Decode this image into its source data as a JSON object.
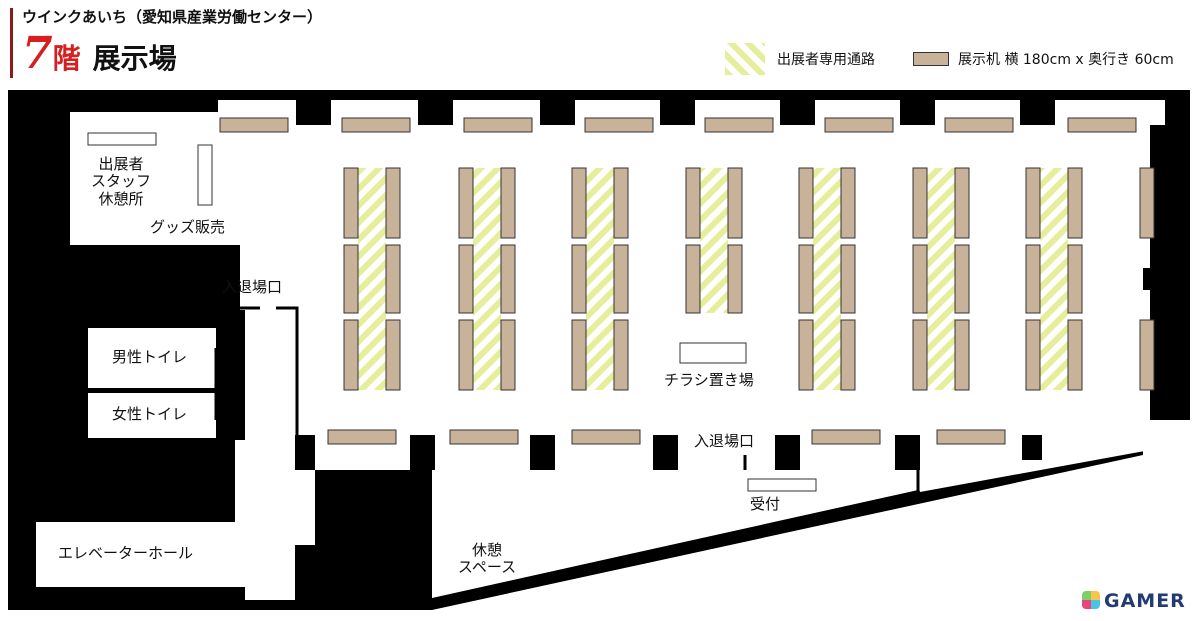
{
  "header": {
    "venue": "ウインクあいち（愛知県産業労働センター）",
    "floor_number": "7",
    "floor_suffix": "階",
    "floor_name": "展示場"
  },
  "legend": {
    "aisle_label": "出展者専用通路",
    "table_label": "展示机 横 180cm x 奥行き 60cm",
    "aisle_color": "#e6ee9c",
    "table_color": "#c9b29a"
  },
  "areas": {
    "staff_rest": "出展者\nスタッフ\n休憩所",
    "goods_sales": "グッズ販売",
    "entrance_left": "入退場口",
    "mens_toilet": "男性トイレ",
    "womens_toilet": "女性トイレ",
    "flyer_area": "チラシ置き場",
    "entrance_bottom": "入退場口",
    "reception": "受付",
    "elevator_hall": "エレベーターホール",
    "rest_space": "休憩\nスペース"
  },
  "brand": {
    "logo": "GAMER"
  }
}
